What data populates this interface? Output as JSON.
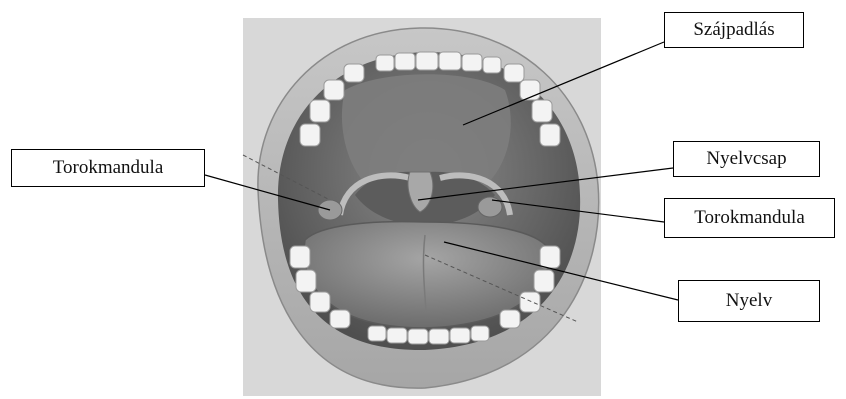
{
  "diagram": {
    "illustration": "open-mouth-anatomy",
    "labels": {
      "palate": "Szájpadlás",
      "uvula": "Nyelvcsap",
      "tonsil_left": "Torokmandula",
      "tonsil_right": "Torokmandula",
      "tongue": "Nyelv"
    },
    "colors": {
      "lips": "#b9b9b9",
      "cavity": "#6e6e6e",
      "tongue": "#8f8f8f",
      "teeth": "#f2f2f2",
      "leader_lines": "#000000"
    }
  }
}
